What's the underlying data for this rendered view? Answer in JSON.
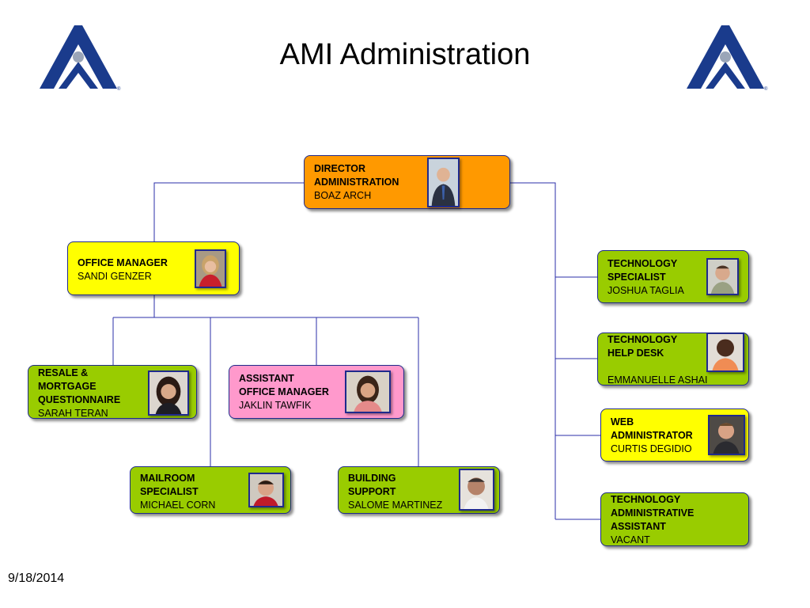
{
  "title": "AMI Administration",
  "date": "9/18/2014",
  "colors": {
    "line": "#2b2fa8",
    "border": "#1f2a8c",
    "orange": "#ff9900",
    "yellow": "#ffff00",
    "green": "#99cc00",
    "pink": "#ff99cc",
    "logo": "#1a3b8c"
  },
  "logos": [
    {
      "icon": "ami-logo-icon"
    },
    {
      "icon": "ami-logo-icon"
    }
  ],
  "org": {
    "director": {
      "role": "DIRECTOR\nADMINISTRATION",
      "name": "BOAZ ARCH"
    },
    "office_manager": {
      "role": "OFFICE MANAGER",
      "name": "SANDI GENZER"
    },
    "resale": {
      "role": "RESALE &\nMORTGAGE\nQUESTIONNAIRE",
      "name": "SARAH TERAN"
    },
    "assistant": {
      "role": "ASSISTANT\nOFFICE MANAGER",
      "name": "JAKLIN TAWFIK"
    },
    "mailroom": {
      "role": "MAILROOM\nSPECIALIST",
      "name": "MICHAEL CORN"
    },
    "building": {
      "role": "BUILDING\nSUPPORT",
      "name": "SALOME MARTINEZ"
    },
    "tech_specialist": {
      "role": "TECHNOLOGY\nSPECIALIST",
      "name": "JOSHUA TAGLIA"
    },
    "help_desk": {
      "role": "TECHNOLOGY\nHELP DESK",
      "name": "EMMANUELLE ASHAI"
    },
    "web_admin": {
      "role": "WEB\nADMINISTRATOR",
      "name": "CURTIS DEGIDIO"
    },
    "tech_admin_assistant": {
      "role": "TECHNOLOGY\nADMINISTRATIVE\nASSISTANT",
      "name": "VACANT"
    }
  }
}
